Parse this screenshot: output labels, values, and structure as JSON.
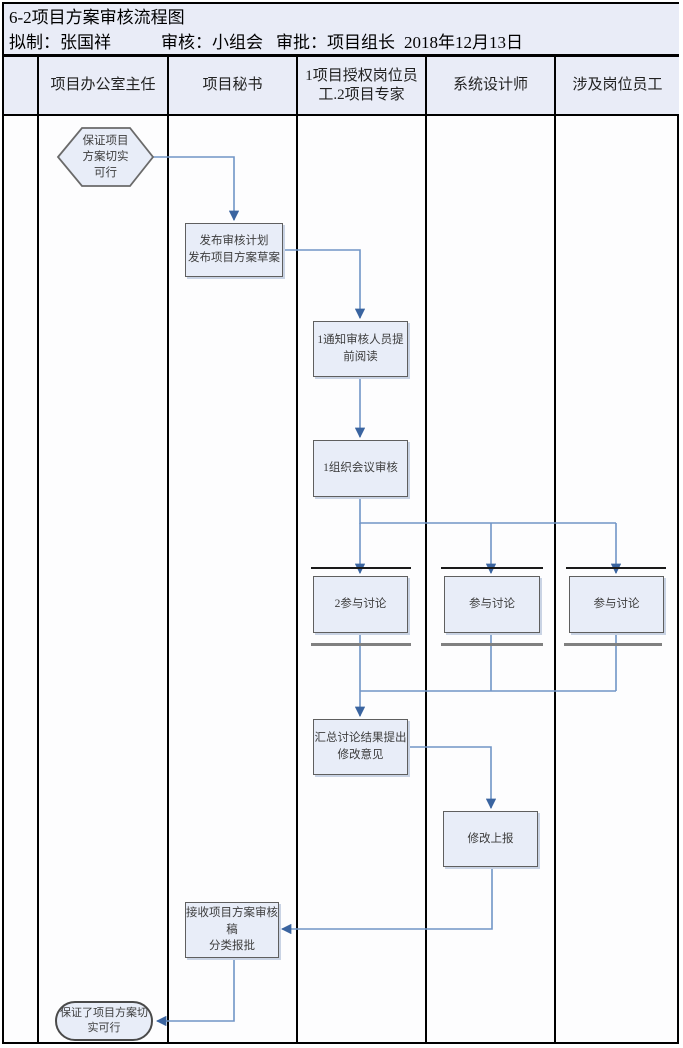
{
  "title": "6-2项目方案审核流程图",
  "meta": {
    "prepared": "拟制：张国祥",
    "reviewed": "审核：小组会",
    "approved": "审批：项目组长",
    "date": "2018年12月13日"
  },
  "lanes": [
    "项目办公室主任",
    "项目秘书",
    "1项目授权岗位员\n工.2项目专家",
    "系统设计师",
    "涉及岗位员工"
  ],
  "nodes": {
    "start": "保证项目\n方案切实\n可行",
    "publish": "发布审核计划\n发布项目方案草案",
    "notify": "1通知审核人员提\n前阅读",
    "organize": "1组织会议审核",
    "discuss_expert": "2参与讨论",
    "discuss_designer": "参与讨论",
    "discuss_staff": "参与讨论",
    "summarize": "汇总讨论结果提出\n修改意见",
    "revise": "修改上报",
    "receive": "接收项目方案审核\n稿\n分类报批",
    "end": "保证了项目方案切\n实可行"
  },
  "colors": {
    "band_bg": "#e9ecf7",
    "shape_fill": "#e8edf8",
    "shape_border": "#5f5f5f",
    "connector": "#7195c6",
    "arrowhead": "#3a64a0",
    "fork_bar": "#1a1a1a",
    "join_bar": "#808080",
    "grid_line": "#000000"
  }
}
